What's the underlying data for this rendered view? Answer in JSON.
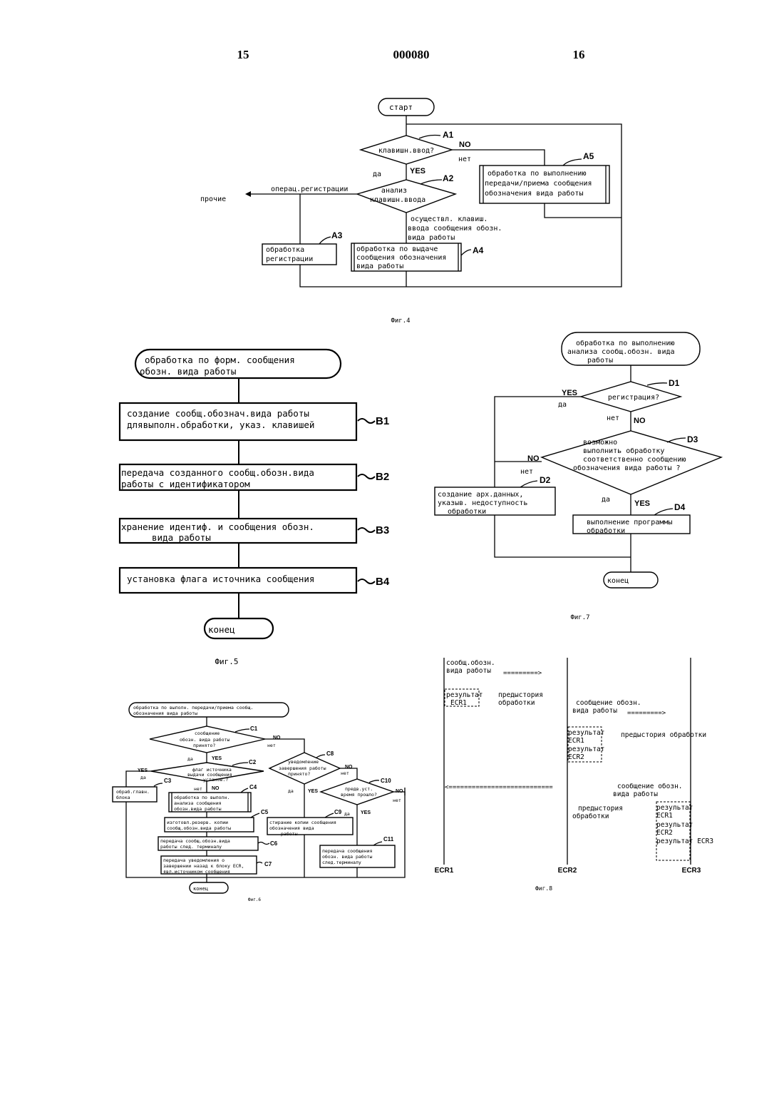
{
  "header": {
    "page_left": "15",
    "doc_number": "000080",
    "page_right": "16"
  },
  "fig4": {
    "caption": "Фиг.4",
    "start": "старт",
    "a1_label": "A1",
    "a1_text": "клавишн.ввод?",
    "no": "NO",
    "net": "нет",
    "yes": "YES",
    "da": "да",
    "a2_label": "A2",
    "a2_text": [
      "анализ",
      "клавишн.ввода"
    ],
    "branch_reg": "операц.регистрации",
    "branch_other": "прочие",
    "branch_msg": [
      "осуществл. клавиш.",
      "ввода сообщения обозн.",
      "вида работы"
    ],
    "a3_label": "A3",
    "a3_text": [
      "обработка",
      "регистрации"
    ],
    "a4_label": "A4",
    "a4_text": [
      "обработка по выдаче",
      "сообщения обозначения",
      "вида работы"
    ],
    "a5_label": "A5",
    "a5_text": [
      "обработка по выполнению",
      "передачи/приема сообщения",
      "обозначения вида работы"
    ]
  },
  "fig5": {
    "caption": "Фиг.5",
    "start": [
      "обработка по форм. сообщения",
      "обозн. вида работы"
    ],
    "b1_label": "B1",
    "b1_text": [
      "создание сообщ.обознач.вида работы",
      "длявыполн.обработки, указ. клавишей"
    ],
    "b2_label": "B2",
    "b2_text": [
      "передача созданного сообщ.обозн.вида",
      "работы с идентификатором"
    ],
    "b3_label": "B3",
    "b3_text": [
      "хранение идентиф. и сообщения обозн.",
      "вида работы"
    ],
    "b4_label": "B4",
    "b4_text": "установка флага  источника сообщения",
    "end": "конец"
  },
  "fig7": {
    "caption": "Фиг.7",
    "start": [
      "обработка по выполнению",
      "анализа сообщ.обозн. вида",
      "работы"
    ],
    "d1_label": "D1",
    "d1_text": "регистрация?",
    "d2_label": "D2",
    "d2_text": [
      "создание арх.данных,",
      "указыв. недоступность",
      "обработки"
    ],
    "d3_label": "D3",
    "d3_text": [
      "возможно",
      "выполнить обработку",
      "соответственно сообщению",
      "обозначения вида работы ?"
    ],
    "d4_label": "D4",
    "d4_text": [
      "выполнение программы",
      "обработки"
    ],
    "yes": "YES",
    "no": "NO",
    "da": "да",
    "net": "нет",
    "end": "конец"
  },
  "fig6": {
    "caption": "Фиг.6",
    "start": [
      "обработка по выполн. передачи/приема сообщ.",
      "обозначения вида работы"
    ],
    "c1_label": "C1",
    "c1_text": [
      "сообщение",
      "обозн. вида работы",
      "принято?"
    ],
    "c2_label": "C2",
    "c2_text": [
      "флаг источника",
      "выдачи сообщения",
      "установ.?"
    ],
    "c3_label": "C3",
    "c3_text": [
      "обраб.главн.",
      "блока"
    ],
    "c4_label": "C4",
    "c4_text": [
      "обработка по выполн.",
      "анализа сообщения",
      "обозн.вида работы"
    ],
    "c5_label": "C5",
    "c5_text": [
      "изготовл.резерв. копии",
      "сообщ.обозн.вида работы"
    ],
    "c6_label": "C6",
    "c6_text": [
      "передача сообщ.обозн.вида",
      "работы след. терминалу"
    ],
    "c7_label": "C7",
    "c7_text": [
      "передача  уведомления о",
      "завершении назад к блоку ECR,",
      "явл.источником сообщения"
    ],
    "c8_label": "C8",
    "c8_text": [
      "уведомление",
      "завершения работы",
      "принято?"
    ],
    "c9_label": "C9",
    "c9_text": [
      "стирание копии сообщения",
      "обозначения вида",
      "работы"
    ],
    "c10_label": "C10",
    "c10_text": [
      "предв.уст.",
      "время прошло?"
    ],
    "c11_label": "C11",
    "c11_text": [
      "передача  сообщения",
      "обозн. вида работы",
      "след.терминалу"
    ],
    "yes": "YES",
    "no": "NO",
    "da": "да",
    "net": "нет",
    "end": "конец"
  },
  "fig8": {
    "caption": "Фиг.8",
    "msg1": [
      "сообщ.обозн.",
      "вида работы"
    ],
    "res1": [
      "результат",
      "ECR1"
    ],
    "hist1": [
      "предыстория",
      "обработки"
    ],
    "msg2": [
      "сообщение обозн.",
      "вида работы"
    ],
    "res2": [
      "результат",
      "ECR1",
      "результат",
      "ECR2"
    ],
    "hist2": "предыстория обработки",
    "msg3": [
      "сообщение обозн.",
      "вида работы"
    ],
    "hist3": [
      "предыстория",
      "обработки"
    ],
    "res3": [
      "результат",
      "ECR1",
      "результат",
      "ECR2",
      "результат  ECR3"
    ],
    "ecr1": "ECR1",
    "ecr2": "ECR2",
    "ecr3": "ECR3"
  }
}
